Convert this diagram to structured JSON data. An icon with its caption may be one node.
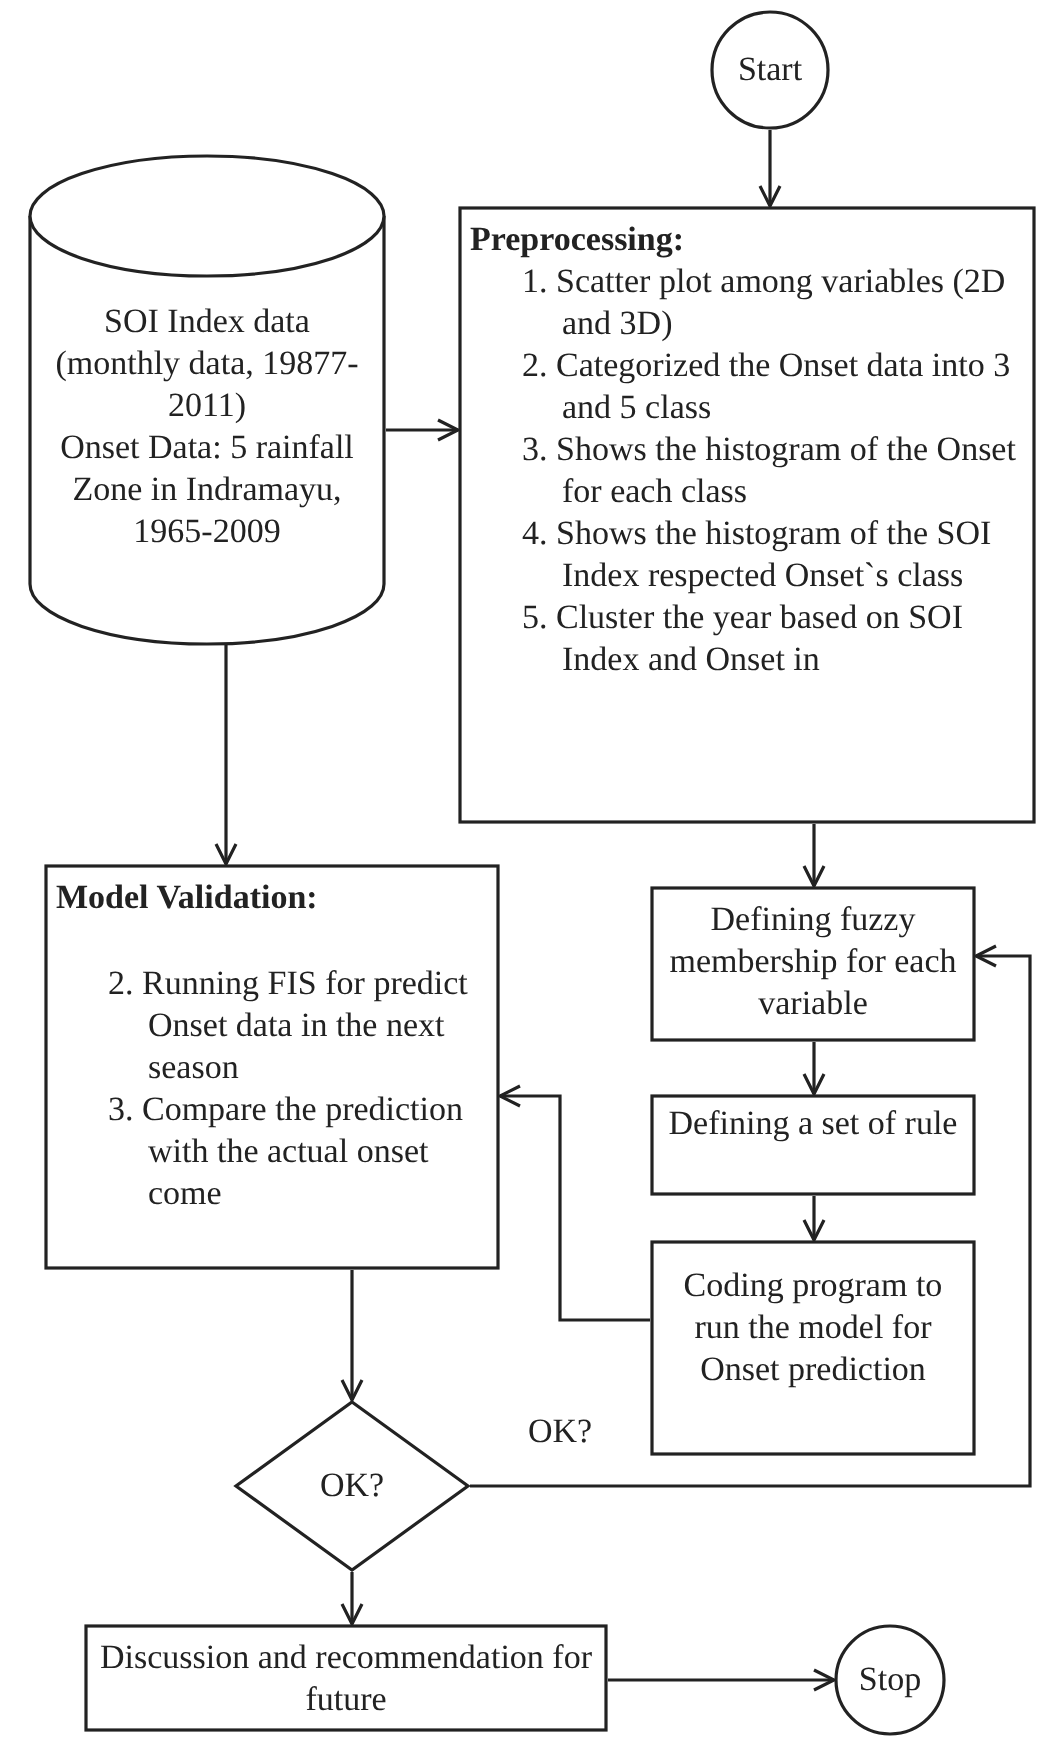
{
  "diagram": {
    "nodes": [
      {
        "text": [
          "Start"
        ]
      },
      {
        "text": [
          "SOI Index data (monthly data, 19877-2011)",
          "Onset Data: 5 rainfall Zone in Indramayu, 1965-2009"
        ]
      },
      {
        "text": [
          "Preprocessing:",
          "1. Scatter plot among variables (2D and 3D)",
          "2. Categorized the Onset data into 3 and 5 class",
          "3. Shows the histogram of the Onset for each class",
          "4. Shows the histogram of the SOI Index respected Onset`s class",
          "5. Cluster the year based on SOI Index and Onset in"
        ]
      },
      {
        "text": [
          "Model Validation:",
          "2. Running FIS for predict Onset data in the next season",
          "3. Compare the prediction with the actual onset come"
        ]
      },
      {
        "text": [
          "Defining fuzzy membership for each variable"
        ]
      },
      {
        "text": [
          "Defining a set of rule"
        ]
      },
      {
        "text": [
          "Coding program to run the model for Onset prediction"
        ]
      },
      {
        "text": [
          "OK?"
        ]
      },
      {
        "text": [
          "Discussion and recommendation for future"
        ]
      },
      {
        "text": [
          "Stop"
        ]
      }
    ],
    "edges": [
      {
        "from": 0,
        "to": 2,
        "arrow": "to"
      },
      {
        "from": 1,
        "to": 2,
        "arrow": "to"
      },
      {
        "from": 1,
        "to": 3,
        "arrow": "to"
      },
      {
        "from": 2,
        "to": 4,
        "arrow": "to"
      },
      {
        "from": 4,
        "to": 5,
        "arrow": "to"
      },
      {
        "from": 5,
        "to": 6,
        "arrow": "to"
      },
      {
        "from": 6,
        "to": 3,
        "arrow": "to"
      },
      {
        "from": 3,
        "to": 7,
        "arrow": "to"
      },
      {
        "from": 7,
        "to": 4,
        "arrow": "to",
        "label": "OK?"
      },
      {
        "from": 7,
        "to": 8,
        "arrow": "to"
      },
      {
        "from": 8,
        "to": 9,
        "arrow": "to"
      }
    ]
  }
}
